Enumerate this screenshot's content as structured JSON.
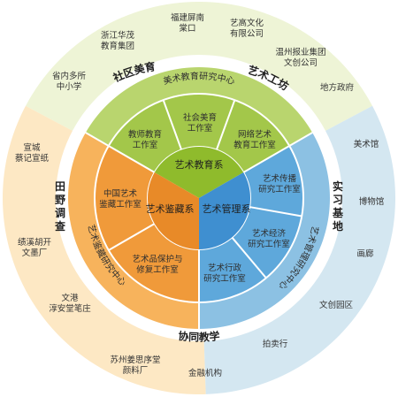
{
  "colors": {
    "green_outer": "#eef4d6",
    "green_mid": "#b9d56e",
    "green_inner": "#a3c74a",
    "green_core": "#8fbb2c",
    "orange_outer": "#fde8c4",
    "orange_mid": "#f7b35c",
    "orange_inner": "#f09a3a",
    "orange_core": "#e88a28",
    "blue_outer": "#d4e7f1",
    "blue_mid": "#8cc1e3",
    "blue_inner": "#5ea8db",
    "blue_core": "#3f8fd0",
    "ring": "#ffffff",
    "divider": "#ffffff"
  },
  "core": {
    "education": "艺术教育系",
    "appreciation": "艺术鉴藏系",
    "management": "艺术管理系"
  },
  "middle": {
    "green": [
      {
        "label_1": "教师教育",
        "label_2": "工作室"
      },
      {
        "label_1": "社会美育",
        "label_2": "工作室"
      },
      {
        "label_1": "网络艺术",
        "label_2": "教育工作室"
      }
    ],
    "orange": [
      {
        "label_1": "中国艺术",
        "label_2": "鉴藏工作室"
      },
      {
        "label_1": "艺术品保护与",
        "label_2": "修复工作室"
      }
    ],
    "blue": [
      {
        "label_1": "艺术传播",
        "label_2": "研究工作室"
      },
      {
        "label_1": "艺术经济",
        "label_2": "研究工作室"
      },
      {
        "label_1": "艺术行政",
        "label_2": "研究工作室"
      }
    ]
  },
  "arcs": {
    "green": "美术教育研究中心",
    "orange": "艺术鉴藏研究中心",
    "blue": "艺术管理研究中心"
  },
  "bands": {
    "community": "社区美育",
    "workshop": "艺术工坊",
    "fieldwork": "田野调查",
    "internship": "实习基地",
    "cooperative": "协同教学"
  },
  "outer": {
    "fujian": {
      "line_1": "福建屏南",
      "line_2": "棠口"
    },
    "zhejiang": {
      "line_1": "浙江华茂",
      "line_2": "教育集团"
    },
    "yigao": {
      "line_1": "艺高文化",
      "line_2": "有限公司"
    },
    "wenzhou": {
      "line_1": "温州报业集团",
      "line_2": "文创公司"
    },
    "shengnei": {
      "line_1": "省内多所",
      "line_2": "中小学"
    },
    "difang": {
      "line_1": "地方政府"
    },
    "xuancheng": {
      "line_1": "宣城",
      "line_2": "蔡记宣纸"
    },
    "jixi": {
      "line_1": "绩溪胡开",
      "line_2": "文墨厂"
    },
    "wengang": {
      "line_1": "文港",
      "line_2": "淳安堂笔庄"
    },
    "suzhou": {
      "line_1": "苏州姜思序堂",
      "line_2": "颜料厂"
    },
    "meishuguan": {
      "line_1": "美术馆"
    },
    "bowuguan": {
      "line_1": "博物馆"
    },
    "hualang": {
      "line_1": "画廊"
    },
    "wenchuang": {
      "line_1": "文创园区"
    },
    "paimai": {
      "line_1": "拍卖行"
    },
    "jinrong": {
      "line_1": "金融机构"
    }
  }
}
